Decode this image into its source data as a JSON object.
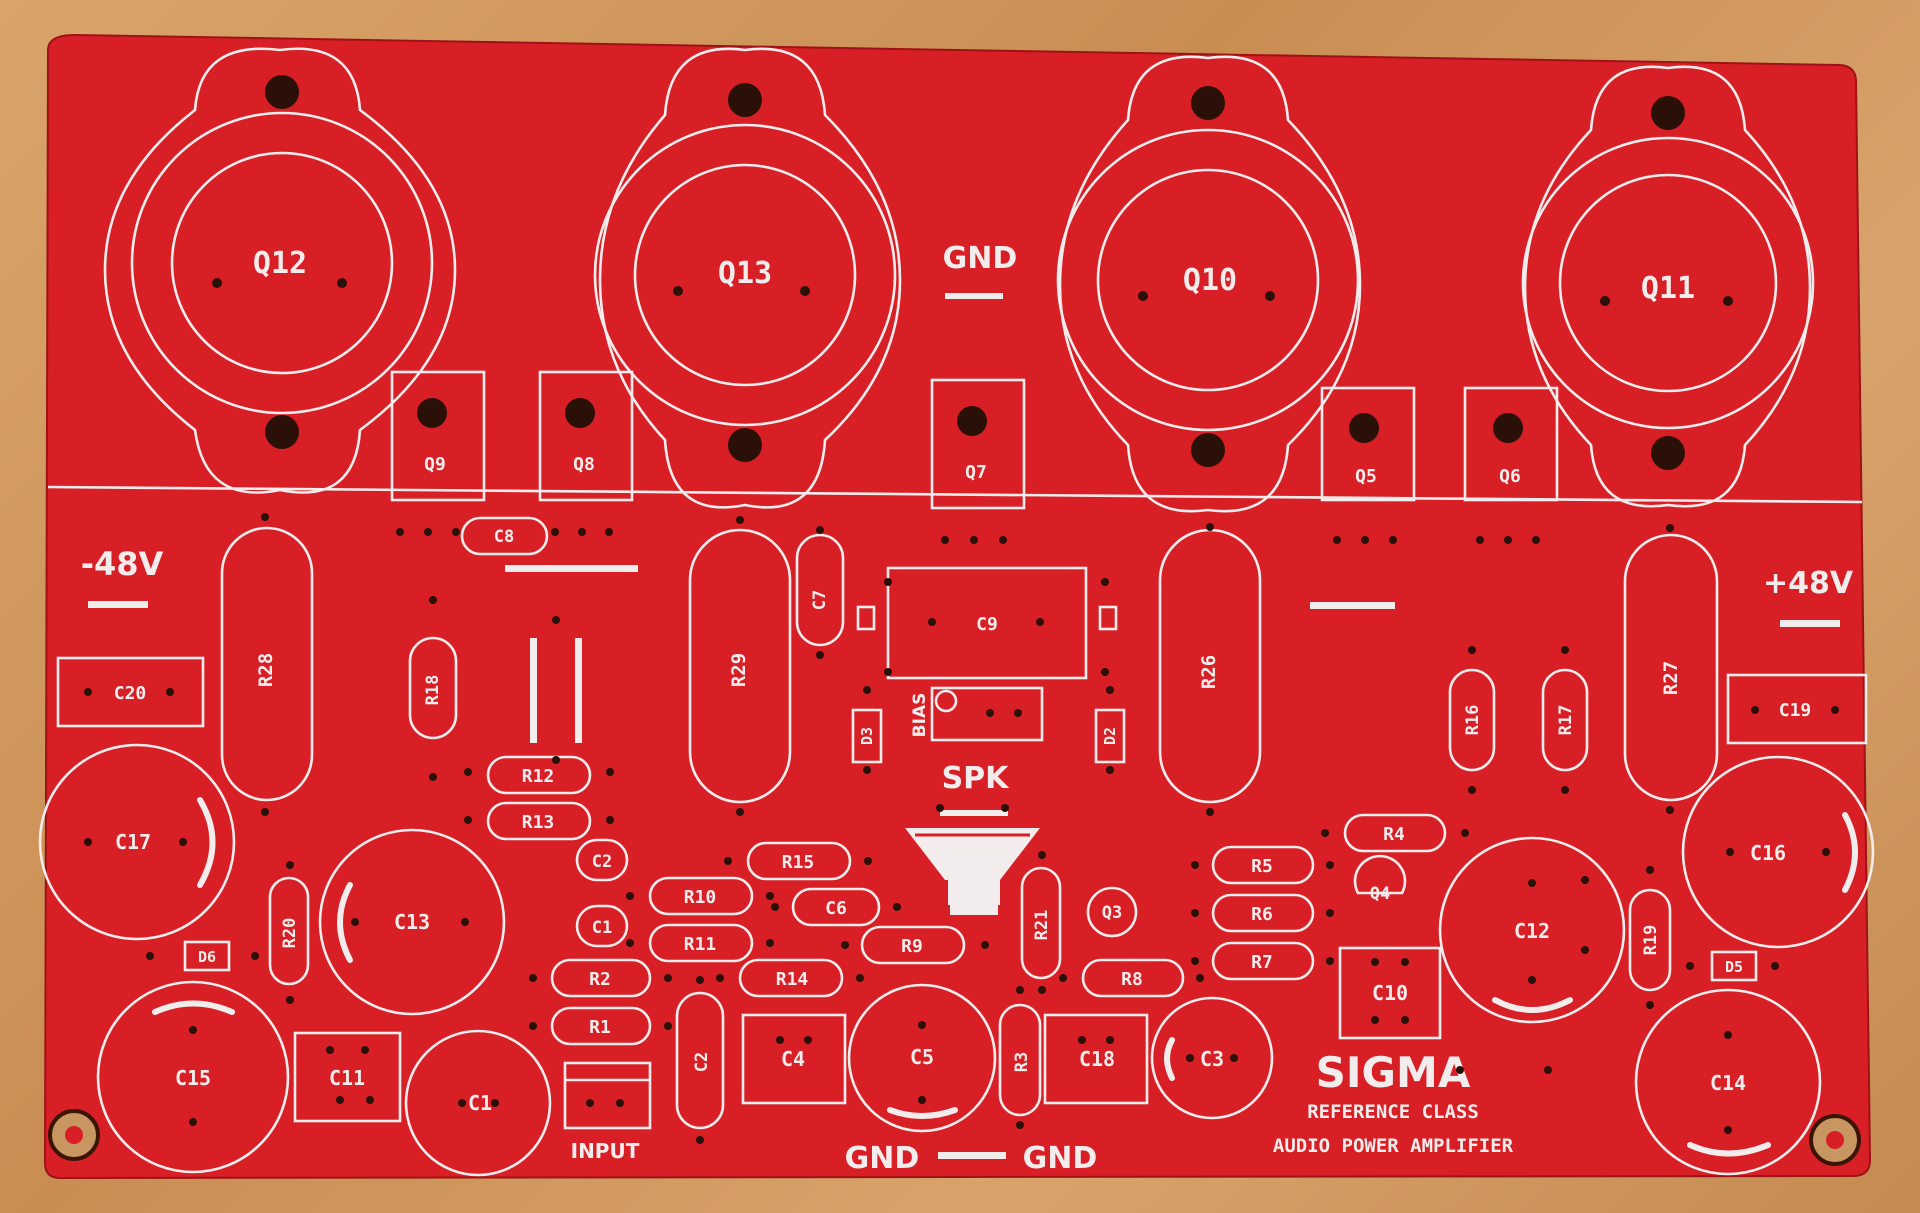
{
  "board": {
    "brand": "SIGMA",
    "subtitle_line1": "REFERENCE CLASS",
    "subtitle_line2": "AUDIO POWER AMPLIFIER",
    "colors": {
      "board": "#d81f26",
      "silkscreen": "#f3ecec",
      "wood": "#d09a5f"
    }
  },
  "labels": {
    "gnd_top": "GND",
    "gnd_left": "GND",
    "gnd_right": "GND",
    "neg48": "-48V",
    "pos48": "+48V",
    "spk": "SPK",
    "bias": "BIAS",
    "input": "INPUT"
  },
  "transistors_to3": [
    "Q12",
    "Q13",
    "Q10",
    "Q11"
  ],
  "transistors_to126": [
    "Q9",
    "Q8",
    "Q7",
    "Q5",
    "Q6"
  ],
  "components": {
    "R28": "R28",
    "R29": "R29",
    "R26": "R26",
    "R27": "R27",
    "R18": "R18",
    "R12": "R12",
    "R13": "R13",
    "R10": "R10",
    "R11": "R11",
    "R15": "R15",
    "R14": "R14",
    "R9": "R9",
    "R21": "R21",
    "R2": "R2",
    "R1": "R1",
    "R20": "R20",
    "R3": "R3",
    "R8": "R8",
    "R5": "R5",
    "R6": "R6",
    "R7": "R7",
    "R4": "R4",
    "R16": "R16",
    "R17": "R17",
    "R19": "R19",
    "C8": "C8",
    "C7": "C7",
    "C9": "C9",
    "C20": "C20",
    "C19": "C19",
    "C17": "C17",
    "C13": "C13",
    "C16": "C16",
    "C12": "C12",
    "C15": "C15",
    "C11": "C11",
    "C1": "C1",
    "C2": "C2",
    "C4": "C4",
    "C5": "C5",
    "C18": "C18",
    "C3": "C3",
    "C10": "C10",
    "C14": "C14",
    "C6": "C6",
    "CS1": "C1",
    "CS2": "C2",
    "D3": "D3",
    "D2": "D2",
    "D6": "D6",
    "D5": "D5",
    "Q3": "Q3",
    "Q4": "Q4"
  }
}
